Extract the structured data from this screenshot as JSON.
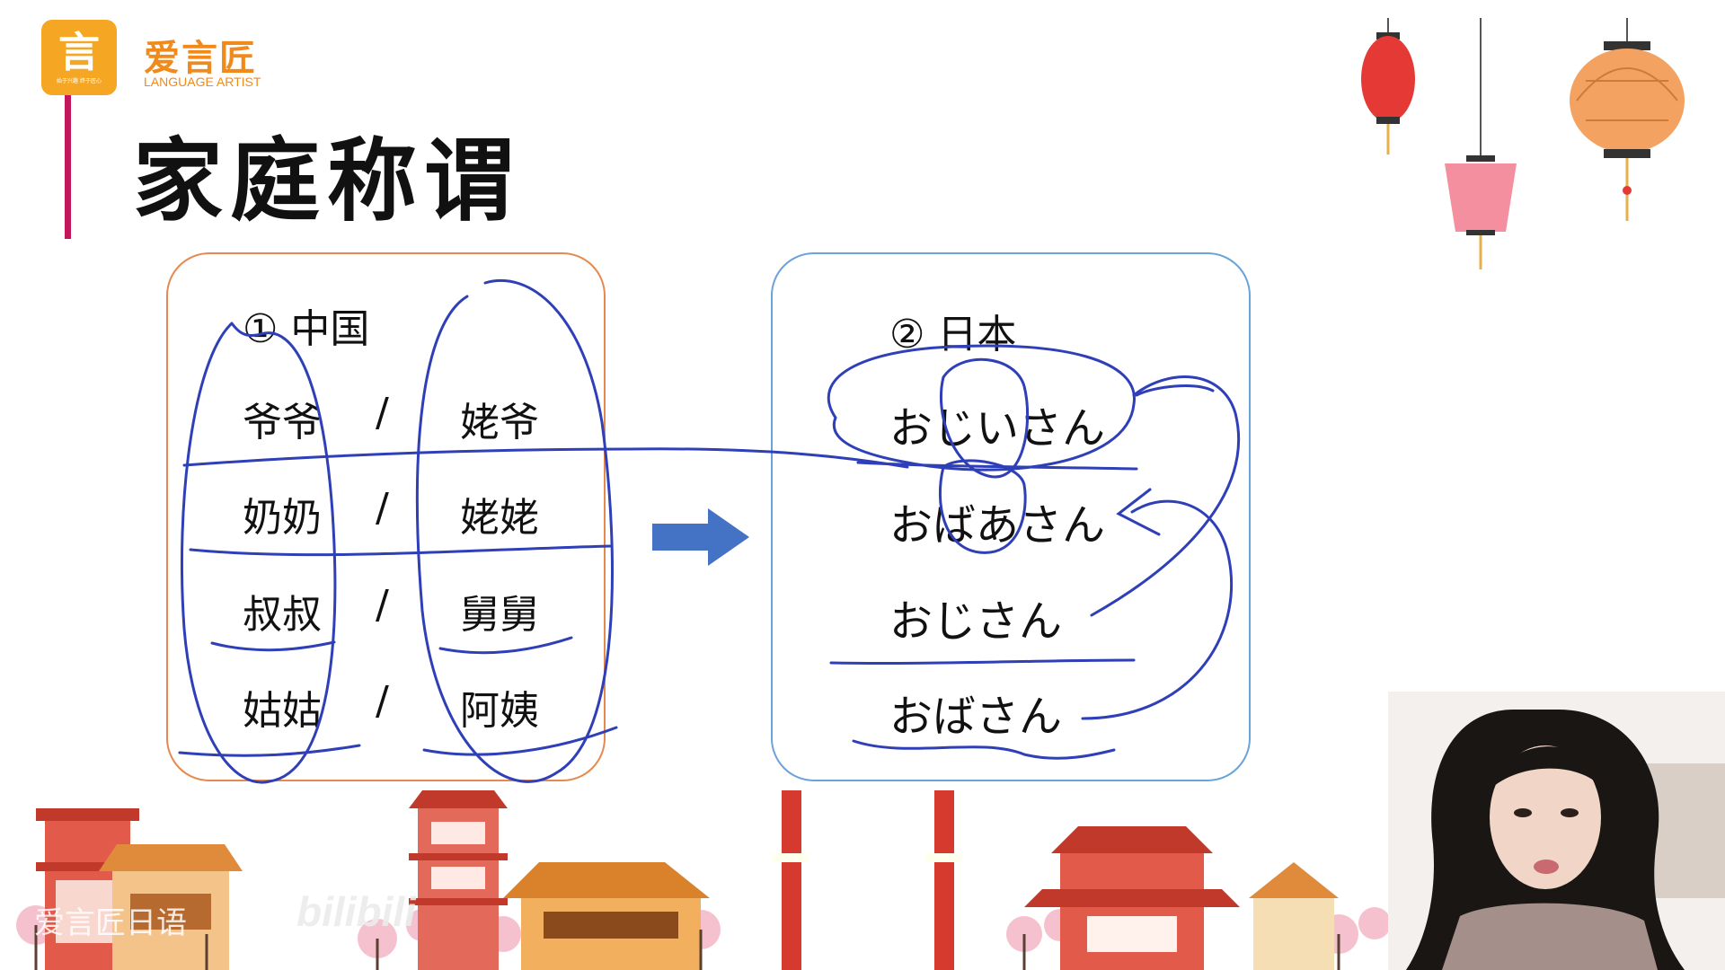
{
  "brand": {
    "logo_glyph": "言",
    "logo_tagline": "始于兴趣 终于匠心",
    "name": "爱言匠",
    "name_en": "LANGUAGE ARTIST"
  },
  "title": "家庭称谓",
  "china": {
    "heading": "① 中国",
    "rows": [
      {
        "left": "爷爷",
        "sep": "/",
        "right": "姥爷"
      },
      {
        "left": "奶奶",
        "sep": "/",
        "right": "姥姥"
      },
      {
        "left": "叔叔",
        "sep": "/",
        "right": "舅舅"
      },
      {
        "left": "姑姑",
        "sep": "/",
        "right": "阿姨"
      }
    ]
  },
  "japan": {
    "heading": "② 日本",
    "rows": [
      "おじいさん",
      "おばあさん",
      "おじさん",
      "おばさん"
    ]
  },
  "watermark": {
    "channel": "爱言匠日语",
    "site": "bilibili"
  },
  "colors": {
    "accent": "#f5a623",
    "title_bar": "#c2185b",
    "ink": "#2e3fb8",
    "arrow": "#4472c4",
    "china_border": "#e58a4f",
    "japan_border": "#6aa3d9"
  }
}
